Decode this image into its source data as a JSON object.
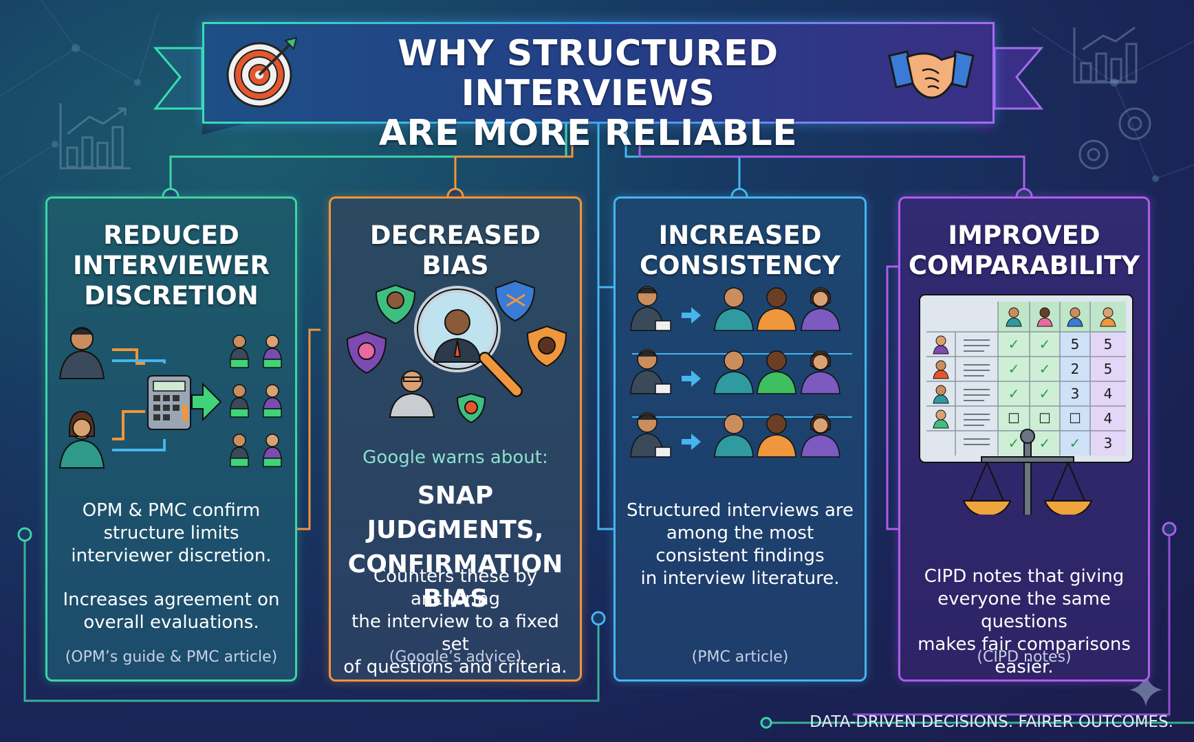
{
  "banner": {
    "title_line1": "WHY STRUCTURED INTERVIEWS",
    "title_line2": "ARE MORE RELIABLE",
    "left_icon": "target-icon",
    "right_icon": "handshake-icon"
  },
  "cards": [
    {
      "title_lines": [
        "REDUCED",
        "INTERVIEWER",
        "DISCRETION"
      ],
      "body": [
        "OPM & PMC confirm",
        "structure limits",
        "interviewer discretion."
      ],
      "body2": [
        "Increases agreement on",
        "overall evaluations."
      ],
      "source": "(OPM’s guide & PMC article)",
      "accent": "#3fd4a6",
      "icon": "calculator-icon"
    },
    {
      "title_lines": [
        "DECREASED",
        "BIAS"
      ],
      "warn": "Google warns about:",
      "highlight": [
        "SNAP JUDGMENTS,",
        "CONFIRMATION BIAS"
      ],
      "body": [
        "Counters these by anchoring",
        "the interview to a fixed set",
        "of questions and criteria."
      ],
      "source": "(Google’s advice)",
      "accent": "#f0963c",
      "icon": "magnifier-icon"
    },
    {
      "title_lines": [
        "INCREASED",
        "CONSISTENCY"
      ],
      "body": [
        "Structured interviews are",
        "among the most",
        "consistent findings",
        "in interview literature."
      ],
      "source": "(PMC article)",
      "accent": "#45b6ee",
      "icon": "people-rows-icon"
    },
    {
      "title_lines": [
        "IMPROVED",
        "COMPARABILITY"
      ],
      "body": [
        "CIPD notes that giving",
        "everyone the same questions",
        "makes fair comparisons easier."
      ],
      "source": "(CIPD notes)",
      "accent": "#b05cf0",
      "icon": "scales-icon",
      "grid_scores": [
        [
          "✓",
          "✓",
          "5",
          "5"
        ],
        [
          "✓",
          "✓",
          "2",
          "5"
        ],
        [
          "✓",
          "✓",
          "3",
          "4"
        ],
        [
          "☐",
          "☐",
          "☐",
          "4"
        ],
        [
          "✓",
          "✓",
          "✓",
          "3"
        ]
      ]
    }
  ],
  "footer": "DATA-DRIVEN DECISIONS. FAIRER OUTCOMES."
}
